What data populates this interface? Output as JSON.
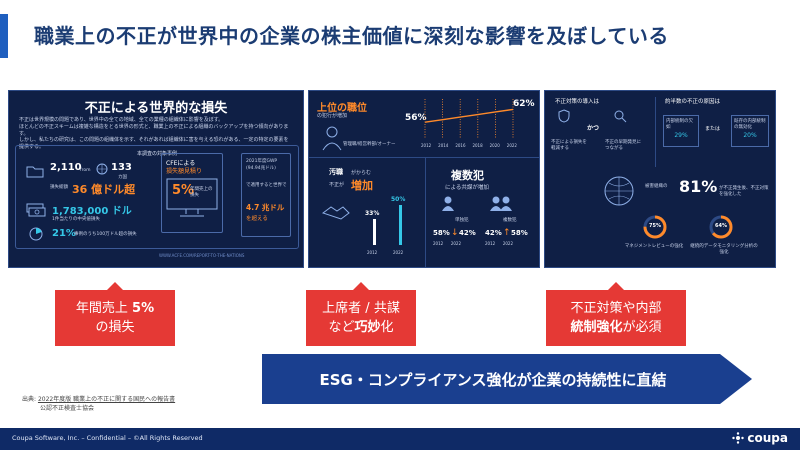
{
  "slide": {
    "title": "職業上の不正が世界中の企業の株主価値に深刻な影響を及ぼしている"
  },
  "panel1": {
    "title": "不正による世界的な損失",
    "desc1": "不正は世界規模の問題であり、世界中の全ての地域、全ての業種の組織体に影響を及ぼす。",
    "desc2": "ほとんどの不正スキームは複雑な構造をとる世界の形式と、職業上の不正による組織のバックアップを持つ傾向があります。",
    "desc3": "しかし、私たちの研究は、この問題の組織体を示す、それがあれば組織体に害を与える恐れがある、一定の特定の要素を提供する。",
    "box_head": "本調査の対象事例",
    "cases_num": "2,110",
    "cases_from": "from",
    "countries_num": "133",
    "countries_unit": "カ国",
    "total_loss_label": "損失総額",
    "total_loss": "36 億ドル超",
    "median_loss": "1,783,000 ドル",
    "median_label": "1件当たりの中央値損失",
    "pct_21": "21%",
    "pct_21_label": "事例のうち100万ドル超の損失",
    "cfe_title": "CFEによる",
    "cfe_sub": "損失額見積り",
    "cfe_pct": "5%",
    "cfe_pct_label": "年間売上の損失",
    "gwp_year": "2021年度GWP",
    "gwp_note": "(94.94兆ドル)",
    "gwp_apply": "で適用すると世界で",
    "gwp_amount": "4.7 兆ドル",
    "gwp_over": "を超える",
    "url": "WWW.ACFE.COM/REPORT-TO-THE-NATIONS"
  },
  "panel2": {
    "rank_title": "上位の職位",
    "rank_sub": "の犯行が増加",
    "rank_roles": "管理職/経営幹部/オーナー",
    "pct_2012": "56%",
    "pct_2022": "62%",
    "years": [
      "2012",
      "2014",
      "2016",
      "2018",
      "2020",
      "2022"
    ],
    "collusion_title": "汚職",
    "collusion_mid": "がからむ",
    "collusion_sub": "不正が",
    "collusion_inc": "増加",
    "col_2012": "33%",
    "col_2022": "50%",
    "col_year1": "2012",
    "col_year2": "2022",
    "multi_title": "複数犯",
    "multi_sub": "による共謀が増加",
    "single_label": "単独犯",
    "multi_label": "複数犯",
    "single_2012": "58%",
    "single_2022": "42%",
    "multi_2012": "42%",
    "multi_2022": "58%"
  },
  "panel3": {
    "q1_title": "不正対策の導入は",
    "q1_a": "不正による損失を軽減する",
    "q1_and": "かつ",
    "q1_b": "不正の早期発見につながる",
    "q2_title": "約半数の不正の原因は",
    "q2_a": "内部統制の欠如",
    "q2_or": "または",
    "q2_b": "既存の内部統制の無効化",
    "q2_a_pct": "29%",
    "q2_b_pct": "20%",
    "orgs_label": "被害組織の",
    "orgs_pct": "81%",
    "orgs_sub": "が不正発生後、不正対策を強化した",
    "mgmt_pct": "75%",
    "mgmt_label": "マネジメントレビューの強化",
    "data_pct": "64%",
    "data_label": "継続的データモニタリング分析の強化"
  },
  "callouts": {
    "c1_line1": "年間売上 ",
    "c1_bold": "5%",
    "c1_line2": "の損失",
    "c2_line1": "上席者 / 共謀",
    "c2_pre": "など",
    "c2_bold": "巧妙",
    "c2_post": "化",
    "c3_line1": "不正対策や内部",
    "c3_bold": "統制強化",
    "c3_post": "が必須"
  },
  "banner": {
    "text": "ESG・コンプライアンス強化が企業の持続性に直結"
  },
  "source": {
    "label": "出典: ",
    "link": "2022年度版 職業上の不正に関する国民への報告書",
    "org": "公認不正検査士協会"
  },
  "footer": {
    "text": "Coupa Software, Inc. – Confidential – ©All Rights Reserved",
    "brand": "coupa"
  },
  "colors": {
    "accent": "#1f5fbf",
    "panel_bg": "#0f1f45",
    "orange": "#ff8a2a",
    "callout_red": "#e53935",
    "banner_blue": "#1a3f8f",
    "footer": "#0f2a66"
  }
}
